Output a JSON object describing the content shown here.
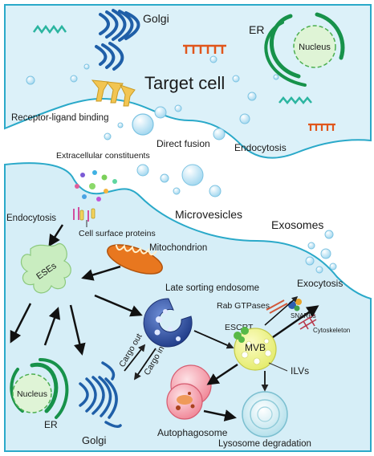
{
  "labels": {
    "golgi_top": "Golgi",
    "er_top": "ER",
    "nucleus_top": "Nucleus",
    "target_cell": "Target cell",
    "receptor_ligand": "Receptor-ligand binding",
    "direct_fusion": "Direct fusion",
    "endocytosis_top": "Endocytosis",
    "extracellular": "Extracellular constituents",
    "microvesicles": "Microvesicles",
    "exosomes": "Exosomes",
    "endocytosis_left": "Endocytosis",
    "cell_surface_proteins": "Cell surface proteins",
    "mitochondrion": "Mitochondrion",
    "eses": "ESEs",
    "late_sorting_endosome": "Late sorting endosome",
    "rab_gtpases": "Rab GTPases",
    "snares": "SNAREs",
    "escrt": "ESCRT",
    "mvb": "MVB",
    "cytoskeleton": "Cytoskeleton",
    "exocytosis": "Exocytosis",
    "cargo_out": "Cargo out",
    "cargo_in": "Cargo in",
    "ilvs": "ILVs",
    "nucleus_bottom": "Nucleus",
    "er_bottom": "ER",
    "golgi_bottom": "Golgi",
    "autophagosome": "Autophagosome",
    "lysosome_degradation": "Lysosome degradation"
  },
  "colors": {
    "target_cell_fill": "#d9f0f8",
    "donor_cell_fill": "#d6eef7",
    "membrane": "#2aa9c9",
    "golgi": "#1f5fa8",
    "er": "#17924a",
    "nucleus_fill": "#dff4d6",
    "vesicle": "#b7e1f4",
    "mitochondrion": "#e8771f",
    "ese": "#c9edc0",
    "endosome": "#2c4ea3",
    "mvb": "#eef38a",
    "autophagosome": "#f28d9c",
    "lysosome": "#c5eaf2",
    "rna_green": "#2bb5a0",
    "rna_orange": "#e0561c"
  }
}
